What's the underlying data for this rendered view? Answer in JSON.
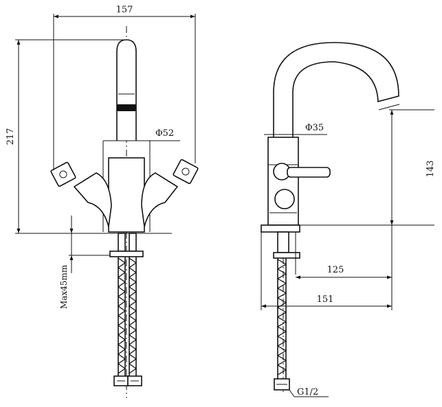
{
  "front_view": {
    "width_dim": "157",
    "height_dim": "217",
    "body_diameter": "Φ52",
    "deck_thickness": "Max45mm"
  },
  "side_view": {
    "body_diameter": "Φ35",
    "spout_height": "143",
    "spout_reach": "125",
    "overall_reach": "151",
    "thread": "G1/2"
  }
}
